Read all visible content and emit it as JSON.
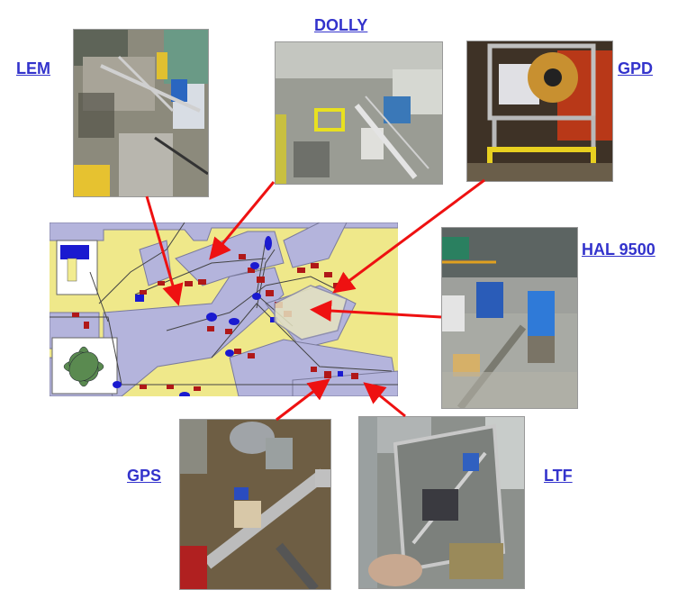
{
  "labels": {
    "lem": "LEM",
    "dolly": "DOLLY",
    "gpd": "GPD",
    "hal9500": "HAL 9500",
    "gps": "GPS",
    "ltf": "LTF"
  },
  "colors": {
    "label": "#3333cc",
    "arrow": "#ee1111",
    "map_floor": "#efe88a",
    "map_walls": "#b4b4dc",
    "magnet_red": "#b01818",
    "magnet_blue": "#1a1ad0"
  },
  "photos": [
    {
      "id": "lem",
      "description": "LEM instrument photo"
    },
    {
      "id": "dolly",
      "description": "DOLLY instrument photo"
    },
    {
      "id": "gpd",
      "description": "GPD instrument photo"
    },
    {
      "id": "hal9500",
      "description": "HAL 9500 instrument photo"
    },
    {
      "id": "gps",
      "description": "GPS instrument photo"
    },
    {
      "id": "ltf",
      "description": "LTF instrument photo"
    }
  ],
  "map": {
    "description": "Facility beamline floor plan"
  }
}
